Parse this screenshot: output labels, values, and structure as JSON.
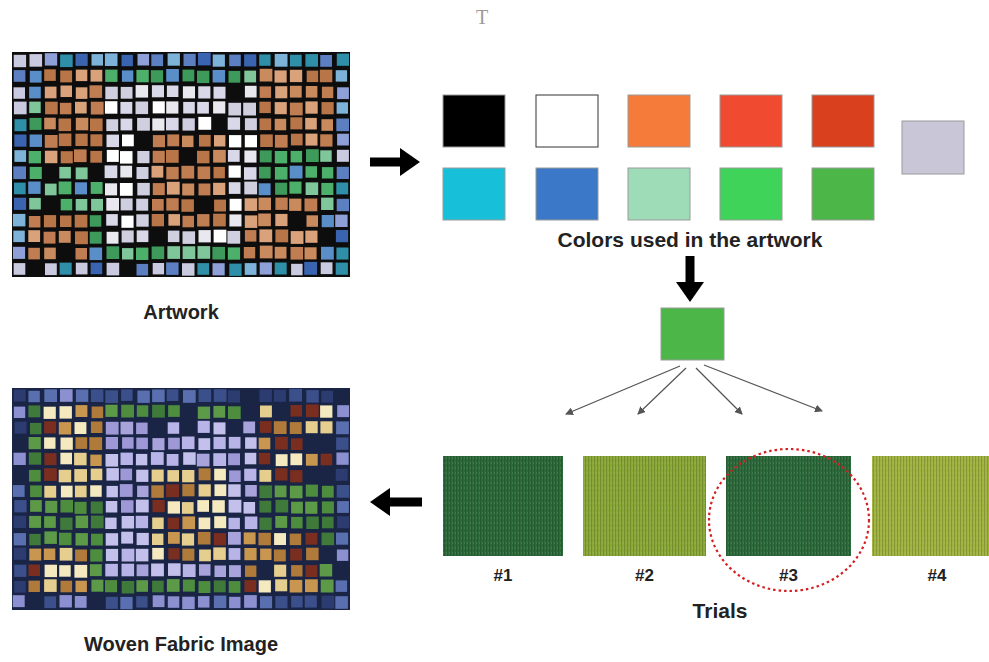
{
  "diagram": {
    "nodes": [
      {
        "text": [
          "Artwork"
        ]
      },
      {
        "text": [
          "Colors used in the artwork"
        ]
      },
      {
        "text": [
          "Trials"
        ]
      },
      {
        "text": [
          "#1"
        ],
        "in": 2
      },
      {
        "text": [
          "#2"
        ],
        "in": 2
      },
      {
        "text": [
          "#3"
        ],
        "in": 2
      },
      {
        "text": [
          "#4"
        ],
        "in": 2
      },
      {
        "text": [
          "Woven Fabric Image"
        ]
      }
    ],
    "edges": [
      {
        "from": 0,
        "to": 1,
        "arrow": "to"
      },
      {
        "from": 2,
        "to": 7,
        "arrow": "to"
      }
    ],
    "labels": [
      "T"
    ]
  }
}
